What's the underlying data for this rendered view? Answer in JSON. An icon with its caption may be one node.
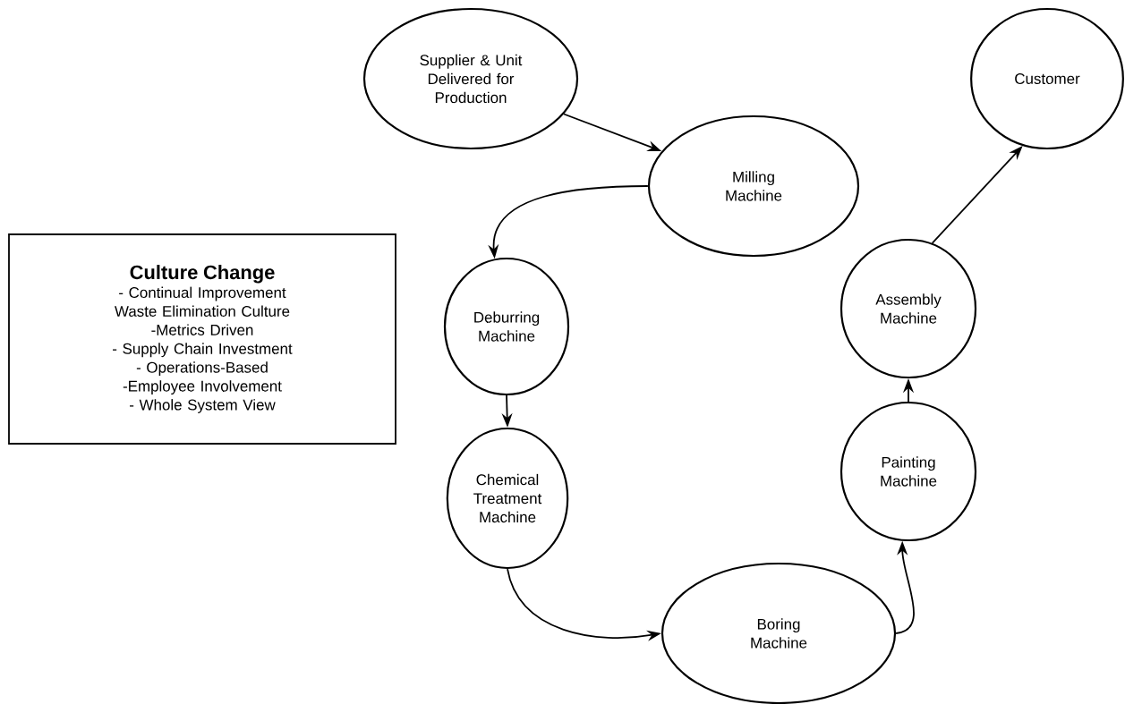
{
  "diagram": {
    "nodes": [
      {
        "text": [
          "Supplier & Unit Delivered for Production"
        ]
      },
      {
        "text": [
          "Milling Machine"
        ]
      },
      {
        "text": [
          "Deburring Machine"
        ]
      },
      {
        "text": [
          "Chemical Treatment Machine"
        ]
      },
      {
        "text": [
          "Boring Machine"
        ]
      },
      {
        "text": [
          "Painting Machine"
        ]
      },
      {
        "text": [
          "Assembly Machine"
        ]
      },
      {
        "text": [
          "Customer"
        ]
      },
      {
        "text": [
          "Culture Change",
          "- Continual Improvement",
          "Waste Elimination Culture",
          "-Metrics Driven",
          "- Supply Chain Investment",
          "- Operations-Based",
          "-Employee Involvement",
          "- Whole System View"
        ]
      }
    ],
    "edges": [
      {
        "from": 0,
        "to": 1,
        "arrow": "to"
      },
      {
        "from": 1,
        "to": 2,
        "arrow": "to"
      },
      {
        "from": 2,
        "to": 3,
        "arrow": "to"
      },
      {
        "from": 3,
        "to": 4,
        "arrow": "to"
      },
      {
        "from": 4,
        "to": 5,
        "arrow": "to"
      },
      {
        "from": 5,
        "to": 6,
        "arrow": "to"
      },
      {
        "from": 6,
        "to": 7,
        "arrow": "to"
      }
    ]
  }
}
